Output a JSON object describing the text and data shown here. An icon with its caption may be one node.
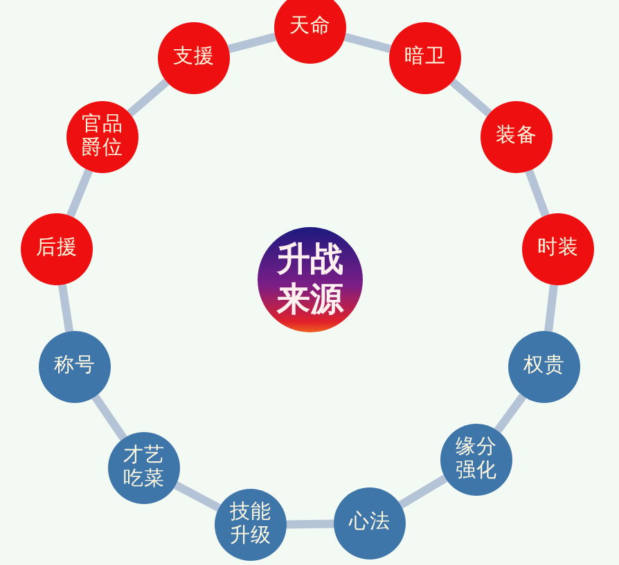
{
  "diagram": {
    "nodes": [
      {
        "text": [
          "升战来源"
        ]
      },
      {
        "text": [
          "天命"
        ]
      },
      {
        "text": [
          "暗卫"
        ]
      },
      {
        "text": [
          "装备"
        ]
      },
      {
        "text": [
          "时装"
        ]
      },
      {
        "text": [
          "权贵"
        ]
      },
      {
        "text": [
          "缘分强化"
        ]
      },
      {
        "text": [
          "心法"
        ]
      },
      {
        "text": [
          "技能升级"
        ]
      },
      {
        "text": [
          "才艺吃菜"
        ]
      },
      {
        "text": [
          "称号"
        ]
      },
      {
        "text": [
          "后援"
        ]
      },
      {
        "text": [
          "官品爵位"
        ]
      },
      {
        "text": [
          "支援"
        ]
      }
    ],
    "edges": [
      {
        "from": 1,
        "to": 2,
        "arrow": "none"
      },
      {
        "from": 2,
        "to": 3,
        "arrow": "none"
      },
      {
        "from": 3,
        "to": 4,
        "arrow": "none"
      },
      {
        "from": 4,
        "to": 5,
        "arrow": "none"
      },
      {
        "from": 5,
        "to": 6,
        "arrow": "none"
      },
      {
        "from": 6,
        "to": 7,
        "arrow": "none"
      },
      {
        "from": 7,
        "to": 8,
        "arrow": "none"
      },
      {
        "from": 8,
        "to": 9,
        "arrow": "none"
      },
      {
        "from": 9,
        "to": 10,
        "arrow": "none"
      },
      {
        "from": 10,
        "to": 11,
        "arrow": "none"
      },
      {
        "from": 11,
        "to": 12,
        "arrow": "none"
      },
      {
        "from": 12,
        "to": 13,
        "arrow": "none"
      },
      {
        "from": 13,
        "to": 1,
        "arrow": "none"
      }
    ]
  }
}
